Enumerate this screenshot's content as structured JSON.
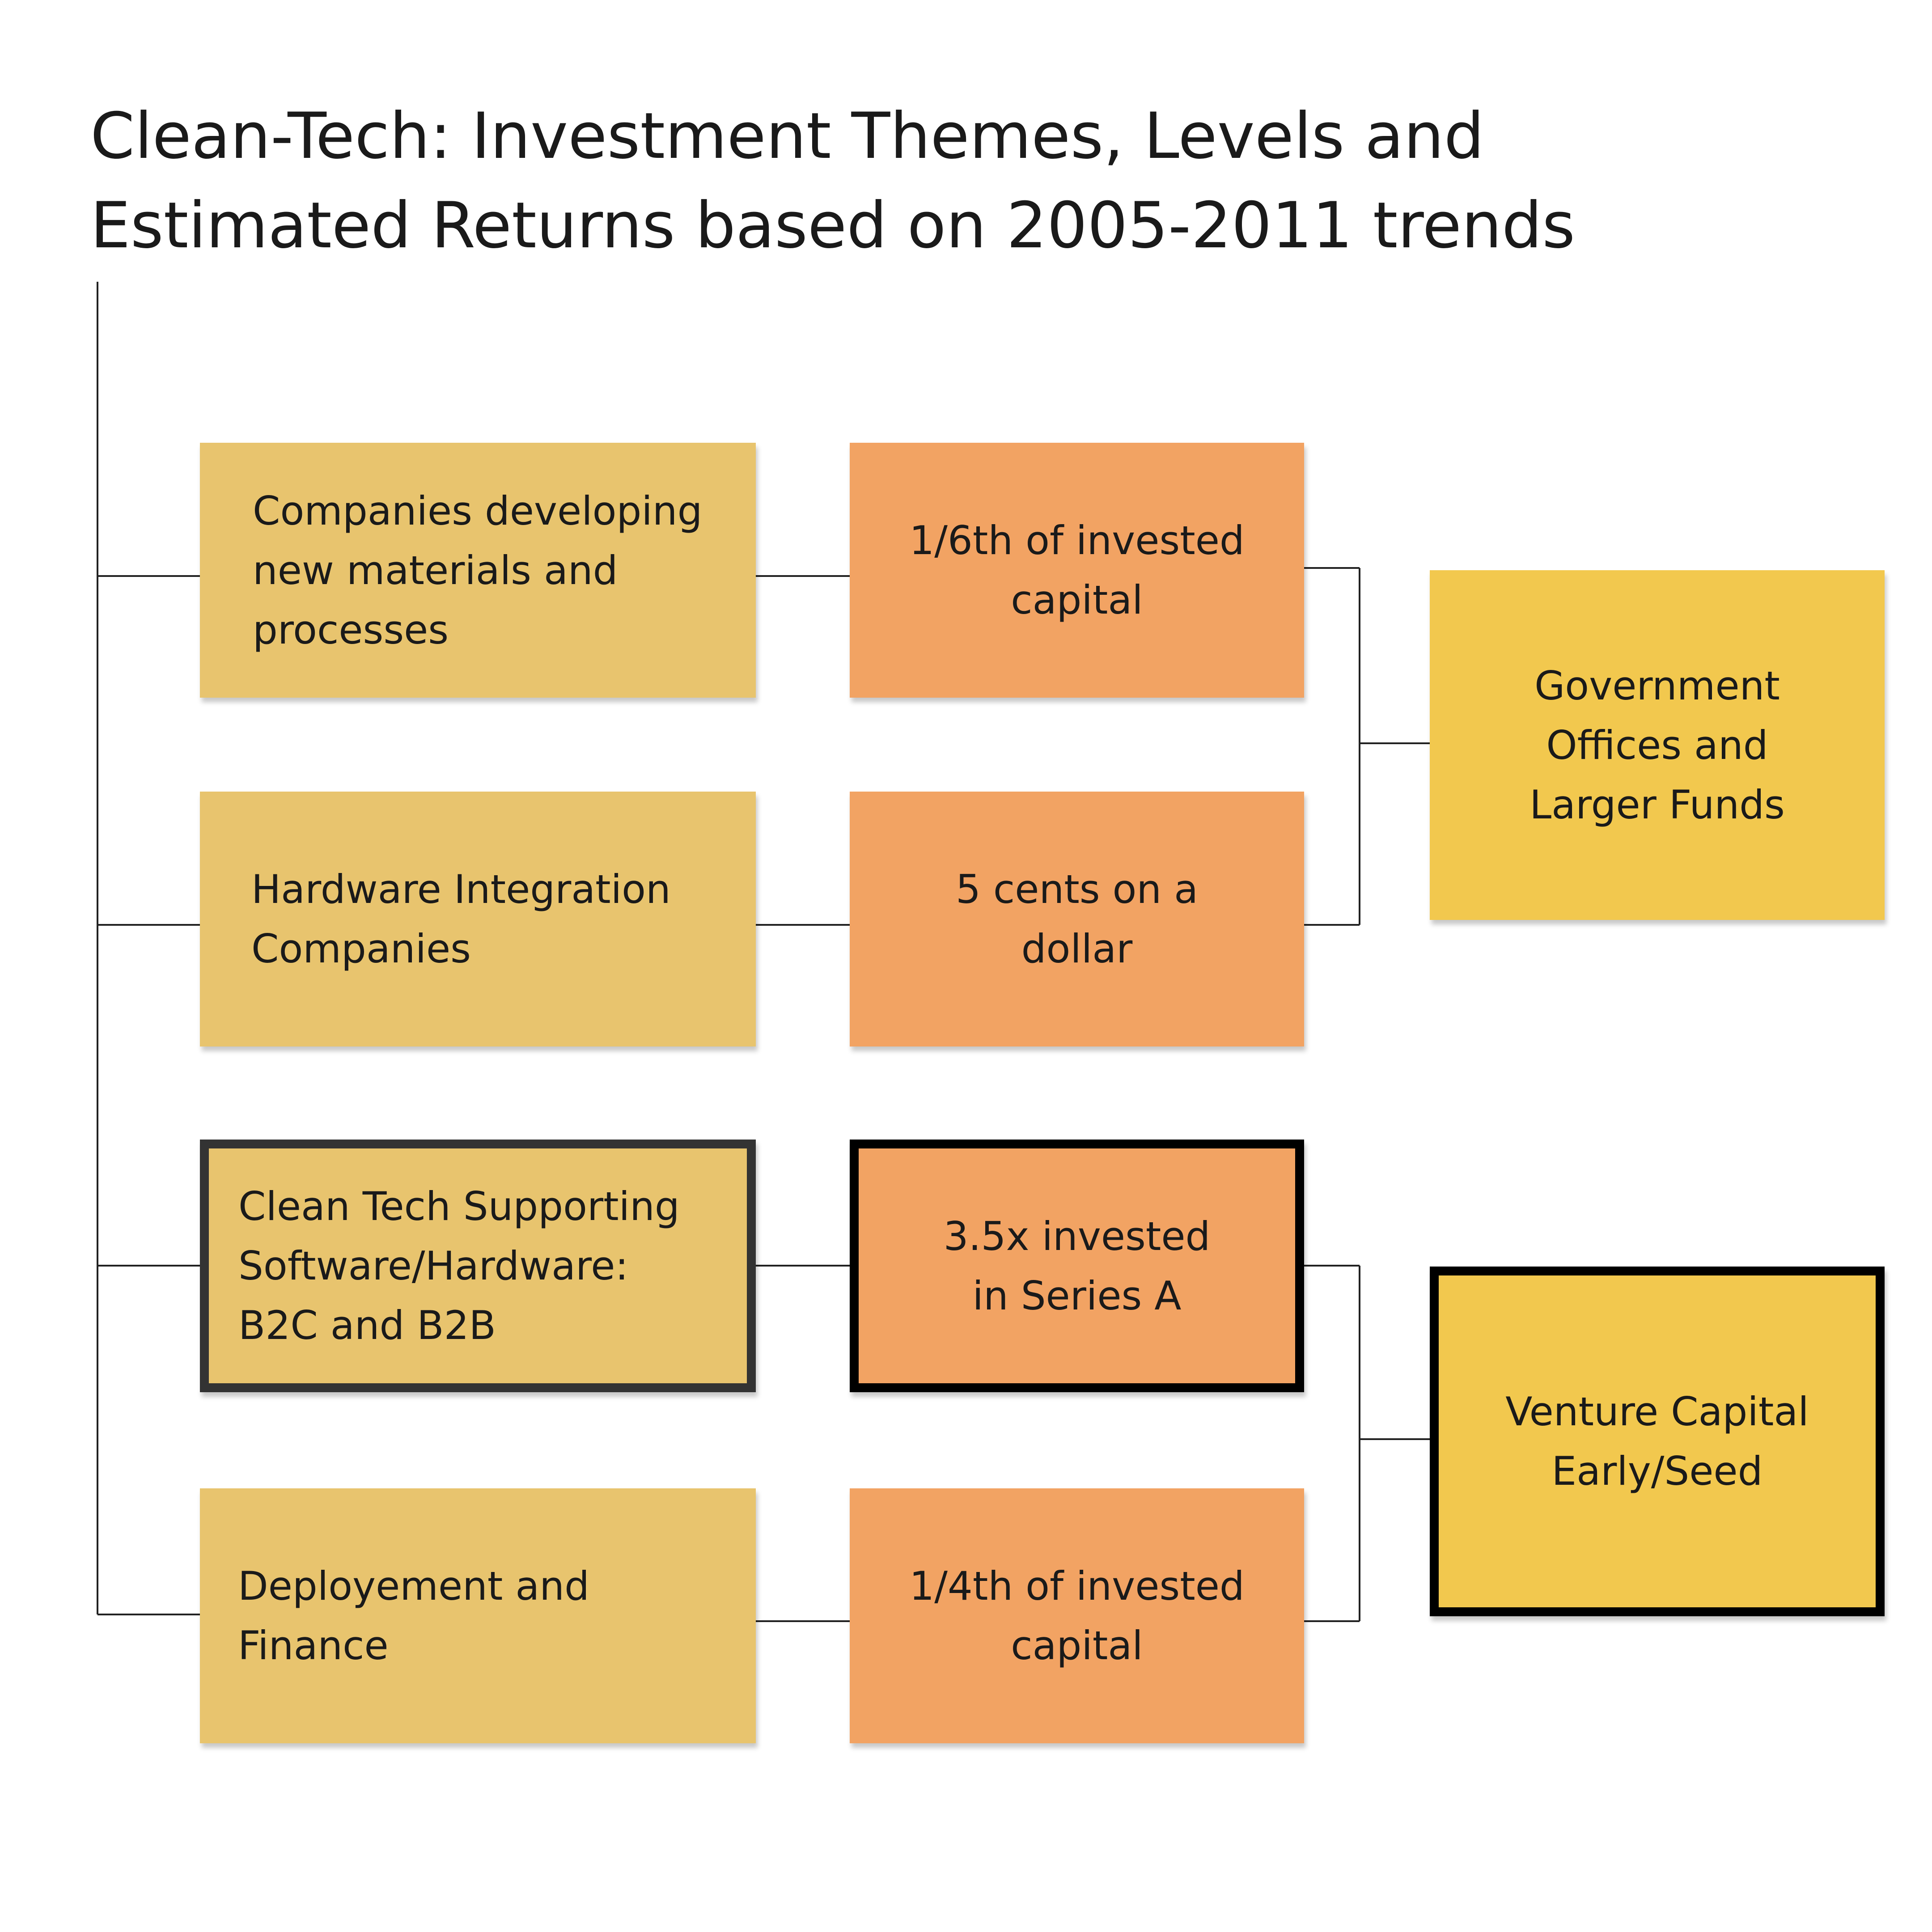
{
  "title": {
    "line1": "Clean-Tech: Investment Themes, Levels and",
    "line2": "Estimated Returns based on 2005-2011 trends"
  },
  "colors": {
    "theme_box": "#e8c46e",
    "level_box": "#f2a363",
    "investor_box": "#f2c84e",
    "connector": "#222222",
    "highlight_border": "#000000"
  },
  "themes": [
    {
      "lines": [
        "Companies developing",
        "new materials and",
        "processes"
      ]
    },
    {
      "lines": [
        "Hardware Integration",
        "Companies"
      ]
    },
    {
      "lines": [
        "Clean Tech Supporting",
        "Software/Hardware:",
        "B2C and B2B"
      ],
      "highlighted": true
    },
    {
      "lines": [
        "Deployement and",
        "Finance"
      ]
    }
  ],
  "levels": [
    {
      "lines": [
        "1/6th of invested",
        "capital"
      ]
    },
    {
      "lines": [
        "5 cents on a",
        "dollar"
      ]
    },
    {
      "lines": [
        "3.5x invested",
        "in Series A"
      ],
      "highlighted": true
    },
    {
      "lines": [
        "1/4th of invested",
        "capital"
      ]
    }
  ],
  "investors": [
    {
      "lines": [
        "Government",
        "Offices and",
        "Larger Funds"
      ]
    },
    {
      "lines": [
        "Venture Capital",
        "Early/Seed"
      ],
      "highlighted": true
    }
  ]
}
